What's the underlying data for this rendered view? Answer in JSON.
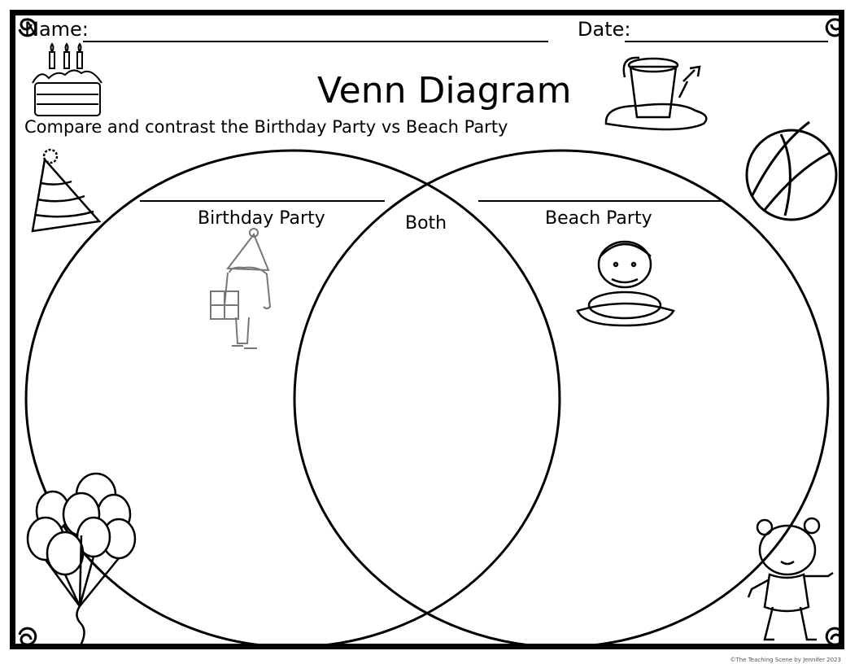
{
  "header": {
    "name_label": "Name:",
    "date_label": "Date:"
  },
  "title": "Venn Diagram",
  "instructions": "Compare and contrast the Birthday Party vs Beach Party",
  "venn": {
    "left_label": "Birthday Party",
    "center_label": "Both",
    "right_label": "Beach Party"
  },
  "footer": {
    "credit": "©The Teaching Scene by Jennifer 2023"
  },
  "icons": [
    "birthday-cake-icon",
    "party-hat-icon",
    "balloons-icon",
    "sand-bucket-icon",
    "beach-ball-icon",
    "party-girl-with-gift-icon",
    "boy-in-swim-ring-icon",
    "girl-in-swimsuit-icon",
    "swirl-ornament-icon"
  ]
}
